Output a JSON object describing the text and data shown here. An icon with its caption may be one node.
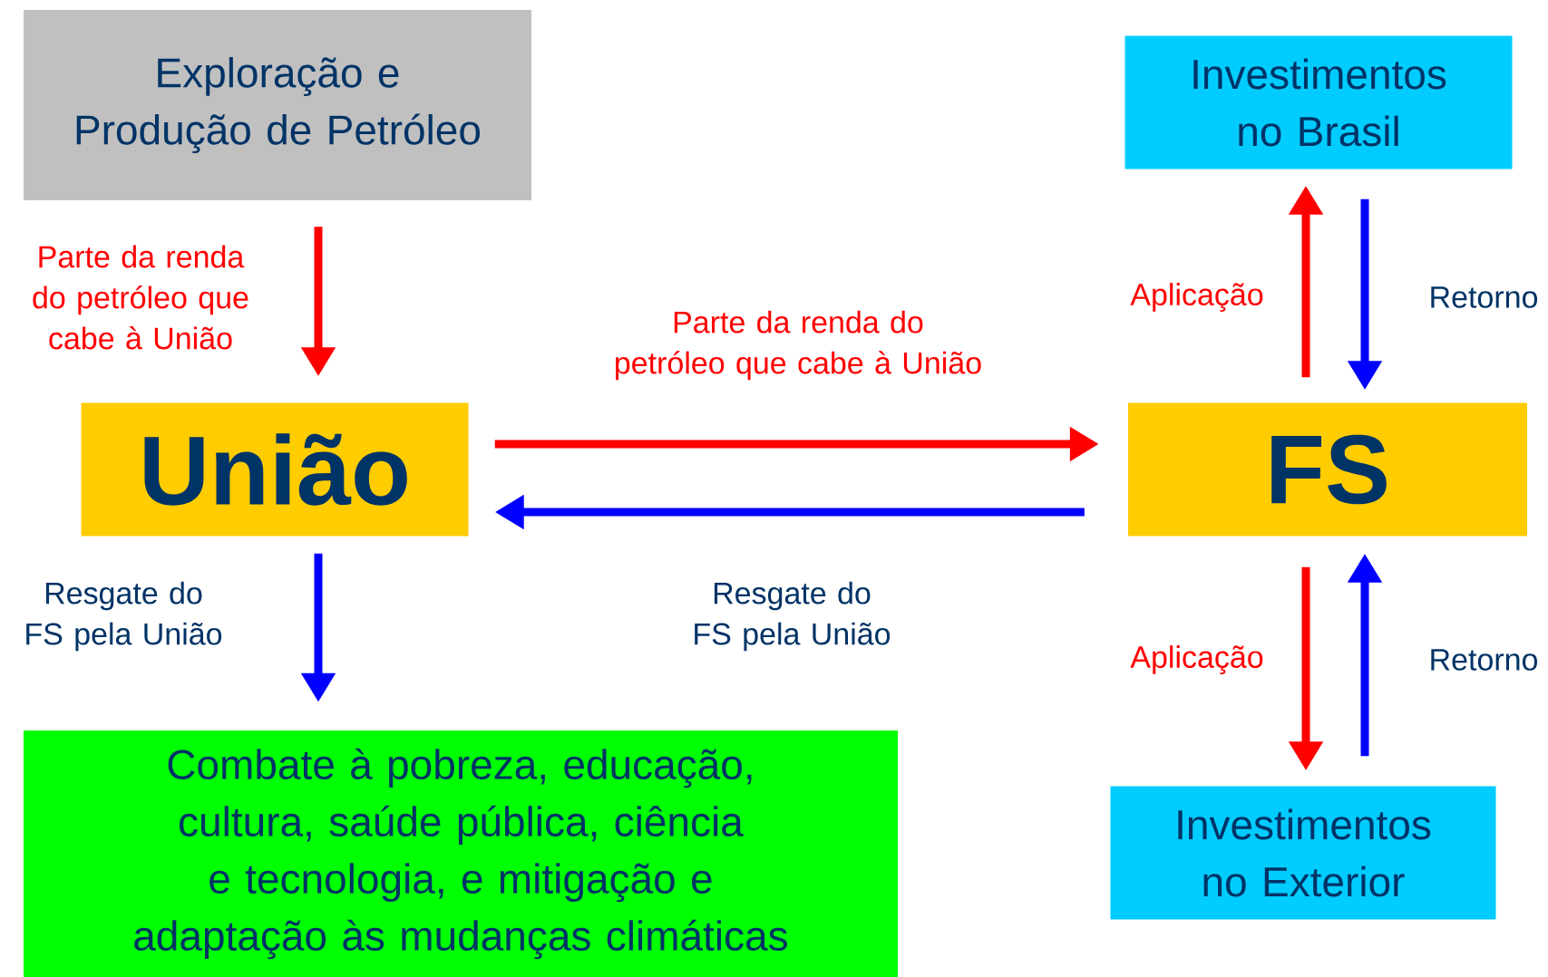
{
  "diagram": {
    "nodes": [
      {
        "text": [
          "Exploração e Produção de Petróleo"
        ]
      },
      {
        "text": [
          "Investimentos no Brasil"
        ]
      },
      {
        "text": [
          "União"
        ]
      },
      {
        "text": [
          "FS"
        ]
      },
      {
        "text": [
          "Combate à pobreza, educação, cultura, saúde pública, ciência e tecnologia, e mitigação e adaptação às mudanças climáticas"
        ]
      },
      {
        "text": [
          "Investimentos no Exterior"
        ]
      }
    ],
    "edges": [
      {
        "from": 0,
        "to": 2,
        "arrow": "to",
        "label": "Parte da renda do petróleo que cabe à União",
        "color": "#ff0000"
      },
      {
        "from": 2,
        "to": 3,
        "arrow": "to",
        "label": "Parte da renda do petróleo que cabe à União",
        "color": "#ff0000"
      },
      {
        "from": 3,
        "to": 2,
        "arrow": "to",
        "label": "Resgate do FS pela União",
        "color": "#0000ff"
      },
      {
        "from": 2,
        "to": 4,
        "arrow": "to",
        "label": "Resgate do FS pela União",
        "color": "#0000ff"
      },
      {
        "from": 3,
        "to": 1,
        "arrow": "to",
        "label": "Aplicação",
        "color": "#ff0000"
      },
      {
        "from": 1,
        "to": 3,
        "arrow": "to",
        "label": "Retorno",
        "color": "#0000ff"
      },
      {
        "from": 3,
        "to": 5,
        "arrow": "to",
        "label": "Aplicação",
        "color": "#ff0000"
      },
      {
        "from": 5,
        "to": 3,
        "arrow": "to",
        "label": "Retorno",
        "color": "#0000ff"
      }
    ]
  }
}
